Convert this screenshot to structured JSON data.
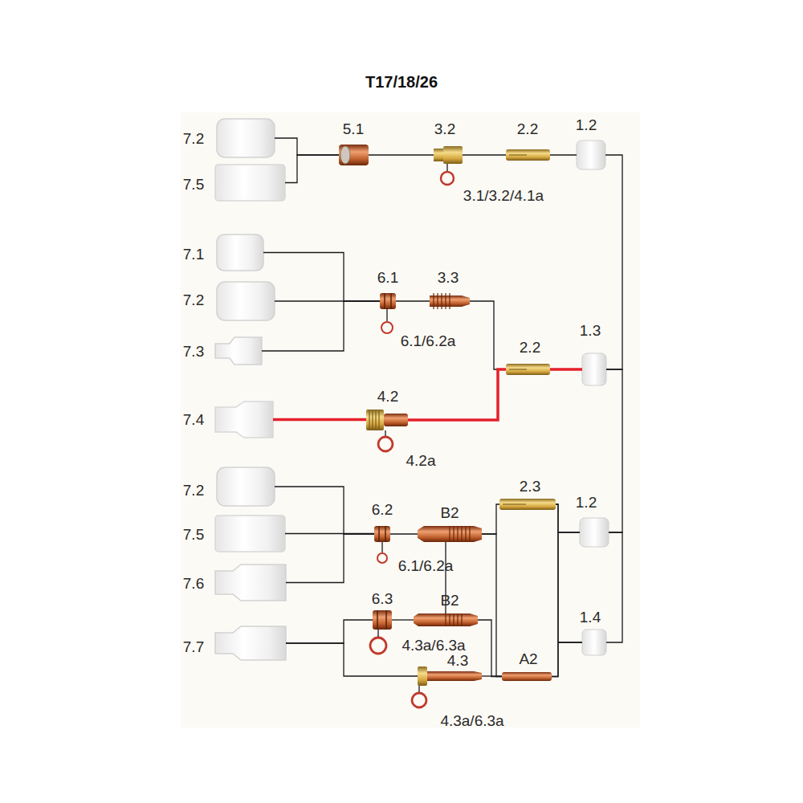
{
  "diagram": {
    "title": "T17/18/26",
    "nodes": [
      {
        "text": [
          "7.2"
        ]
      },
      {
        "text": [
          "7.5"
        ]
      },
      {
        "text": [
          "5.1"
        ]
      },
      {
        "text": [
          "3.2"
        ]
      },
      {
        "text": [
          "3.1/3.2/4.1a"
        ]
      },
      {
        "text": [
          "2.2"
        ]
      },
      {
        "text": [
          "1.2"
        ]
      },
      {
        "text": [
          "7.1"
        ]
      },
      {
        "text": [
          "7.2"
        ]
      },
      {
        "text": [
          "7.3"
        ]
      },
      {
        "text": [
          "6.1"
        ]
      },
      {
        "text": [
          "6.1/6.2a"
        ]
      },
      {
        "text": [
          "3.3"
        ]
      },
      {
        "text": [
          "2.2"
        ]
      },
      {
        "text": [
          "1.3"
        ]
      },
      {
        "text": [
          "7.4"
        ]
      },
      {
        "text": [
          "4.2"
        ]
      },
      {
        "text": [
          "4.2a"
        ]
      },
      {
        "text": [
          "7.2"
        ]
      },
      {
        "text": [
          "7.5"
        ]
      },
      {
        "text": [
          "7.6"
        ]
      },
      {
        "text": [
          "6.2"
        ]
      },
      {
        "text": [
          "6.1/6.2a"
        ]
      },
      {
        "text": [
          "B2"
        ]
      },
      {
        "text": [
          "2.3"
        ]
      },
      {
        "text": [
          "1.2"
        ]
      },
      {
        "text": [
          "6.3"
        ]
      },
      {
        "text": [
          "4.3a/6.3a"
        ]
      },
      {
        "text": [
          "B2"
        ]
      },
      {
        "text": [
          "7.7"
        ]
      },
      {
        "text": [
          "4.3"
        ]
      },
      {
        "text": [
          "4.3a/6.3a"
        ]
      },
      {
        "text": [
          "A2"
        ]
      },
      {
        "text": [
          "1.4"
        ]
      }
    ],
    "edges": [
      {
        "from": 0,
        "to": 2,
        "arrow": "none"
      },
      {
        "from": 1,
        "to": 2,
        "arrow": "none"
      },
      {
        "from": 2,
        "to": 3,
        "arrow": "none"
      },
      {
        "from": 3,
        "to": 4,
        "arrow": "none"
      },
      {
        "from": 3,
        "to": 5,
        "arrow": "none"
      },
      {
        "from": 5,
        "to": 6,
        "arrow": "none"
      },
      {
        "from": 6,
        "to": 14,
        "arrow": "none"
      },
      {
        "from": 7,
        "to": 10,
        "arrow": "none"
      },
      {
        "from": 8,
        "to": 10,
        "arrow": "none"
      },
      {
        "from": 9,
        "to": 10,
        "arrow": "none"
      },
      {
        "from": 10,
        "to": 11,
        "arrow": "none"
      },
      {
        "from": 10,
        "to": 12,
        "arrow": "none"
      },
      {
        "from": 12,
        "to": 13,
        "arrow": "none"
      },
      {
        "from": 15,
        "to": 16,
        "arrow": "none"
      },
      {
        "from": 16,
        "to": 17,
        "arrow": "none"
      },
      {
        "from": 16,
        "to": 13,
        "arrow": "none"
      },
      {
        "from": 13,
        "to": 14,
        "arrow": "none"
      },
      {
        "from": 14,
        "to": 25,
        "arrow": "none"
      },
      {
        "from": 18,
        "to": 21,
        "arrow": "none"
      },
      {
        "from": 19,
        "to": 21,
        "arrow": "none"
      },
      {
        "from": 20,
        "to": 21,
        "arrow": "none"
      },
      {
        "from": 21,
        "to": 22,
        "arrow": "none"
      },
      {
        "from": 21,
        "to": 23,
        "arrow": "none"
      },
      {
        "from": 23,
        "to": 28,
        "arrow": "none"
      },
      {
        "from": 23,
        "to": 24,
        "arrow": "none"
      },
      {
        "from": 23,
        "to": 32,
        "arrow": "none"
      },
      {
        "from": 24,
        "to": 25,
        "arrow": "none"
      },
      {
        "from": 24,
        "to": 33,
        "arrow": "none"
      },
      {
        "from": 32,
        "to": 25,
        "arrow": "none"
      },
      {
        "from": 32,
        "to": 33,
        "arrow": "none"
      },
      {
        "from": 25,
        "to": 33,
        "arrow": "none"
      },
      {
        "from": 29,
        "to": 26,
        "arrow": "none"
      },
      {
        "from": 29,
        "to": 30,
        "arrow": "none"
      },
      {
        "from": 26,
        "to": 27,
        "arrow": "none"
      },
      {
        "from": 26,
        "to": 28,
        "arrow": "none"
      },
      {
        "from": 28,
        "to": 32,
        "arrow": "none"
      },
      {
        "from": 30,
        "to": 32,
        "arrow": "none"
      },
      {
        "from": 30,
        "to": 31,
        "arrow": "none"
      }
    ]
  }
}
